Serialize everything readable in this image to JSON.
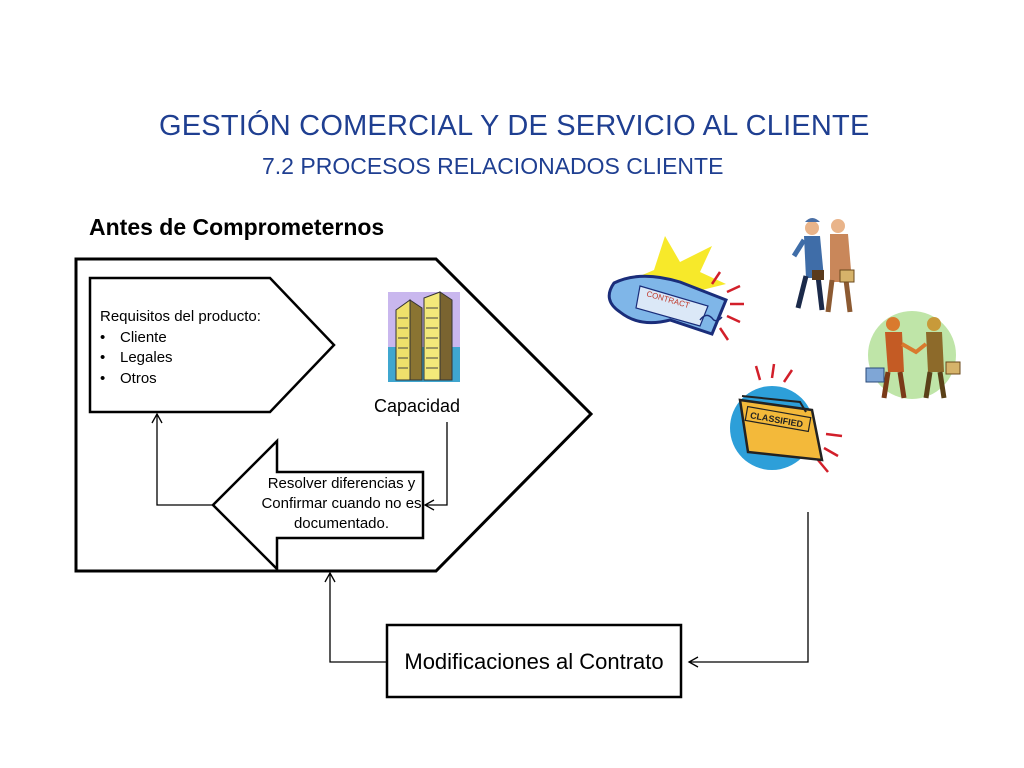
{
  "header": {
    "title": "GESTIÓN COMERCIAL Y DE SERVICIO AL CLIENTE",
    "subtitle": "7.2 PROCESOS RELACIONADOS CLIENTE"
  },
  "section_title": "Antes de Comprometernos",
  "requirements": {
    "heading": "Requisitos del producto:",
    "items": [
      "Cliente",
      "Legales",
      "Otros"
    ]
  },
  "capacity_label": "Capacidad",
  "resolve_label": "Resolver diferencias y Confirmar cuando no es documentado.",
  "modifications_label": "Modificaciones al Contrato",
  "clipart": {
    "contract_text": "CONTRACT",
    "folder_text": "CLASSIFIED"
  },
  "colors": {
    "title": "#1f3f91",
    "lines": "#000000"
  }
}
